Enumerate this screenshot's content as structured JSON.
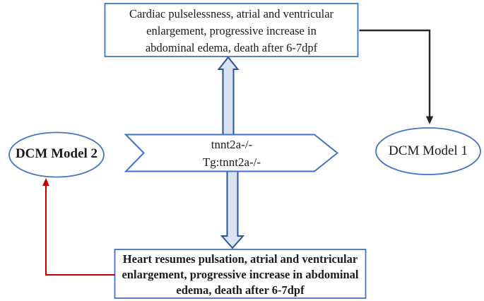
{
  "diagram": {
    "top_box": {
      "lines": [
        "Cardiac pulselessness, atrial and ventricular",
        "enlargement, progressive increase in",
        "abdominal edema, death after 6-7dpf"
      ]
    },
    "center_chevron": {
      "lines": [
        "tnnt2a-/-",
        "Tg:tnnt2a-/-"
      ]
    },
    "bottom_box": {
      "lines": [
        "Heart resumes pulsation, atrial and ventricular",
        "enlargement, progressive increase in abdominal",
        "edema, death after 6-7dpf"
      ]
    },
    "left_ellipse": {
      "label": "DCM Model 2"
    },
    "right_ellipse": {
      "label": "DCM Model 1"
    },
    "icons": [
      "up-block-arrow-icon",
      "down-block-arrow-icon",
      "black-elbow-arrow-icon",
      "red-elbow-arrow-icon"
    ],
    "colors": {
      "shape_border": "#4472c4",
      "block_arrow_fill": "#dae3f3",
      "block_arrow_border": "#2e5395",
      "connector_black": "#262626",
      "connector_red": "#c00000",
      "text": "#1b1b1b",
      "background": "#ffffff"
    }
  }
}
